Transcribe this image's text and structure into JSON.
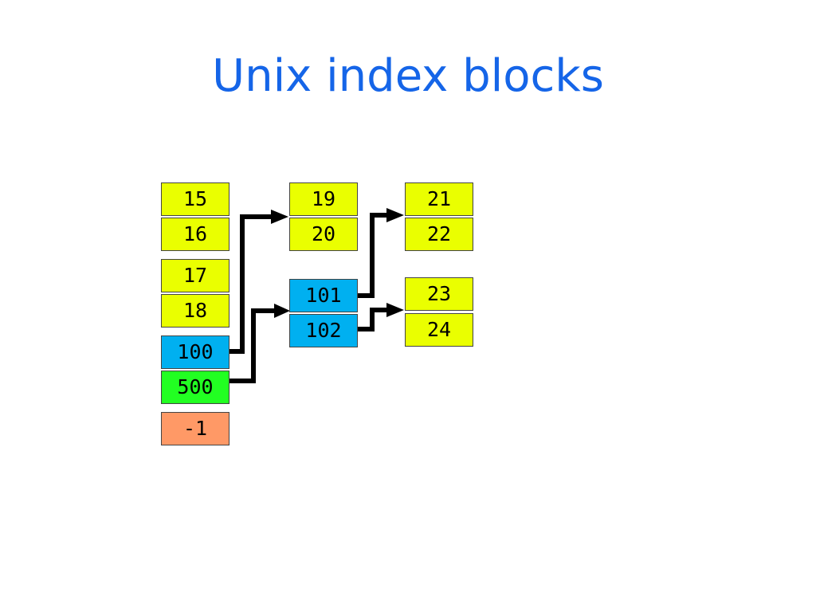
{
  "slide": {
    "title": "Unix index blocks"
  },
  "colors": {
    "title": "#1565e8",
    "data_block": "#eaff00",
    "index_block": "#00b0f0",
    "double_indirect_block": "#22ff22",
    "terminator_block": "#ff9966",
    "arrow": "#000000"
  },
  "diagram": {
    "inode_column": [
      "15",
      "16",
      "17",
      "18",
      "100",
      "500",
      "-1"
    ],
    "first_index_block": [
      "19",
      "20"
    ],
    "double_index_block": [
      "101",
      "102"
    ],
    "leaf_block_a": [
      "21",
      "22"
    ],
    "leaf_block_b": [
      "23",
      "24"
    ],
    "links": [
      {
        "from": "100",
        "to": "19"
      },
      {
        "from": "500",
        "to": "101"
      },
      {
        "from": "101",
        "to": "21"
      },
      {
        "from": "102",
        "to": "23"
      }
    ]
  }
}
